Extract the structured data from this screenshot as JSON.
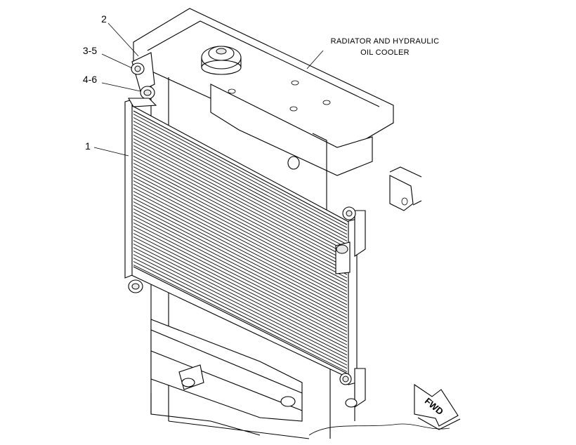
{
  "title_lines": [
    "RADIATOR AND HYDRAULIC",
    "OIL COOLER"
  ],
  "callouts": [
    {
      "id": "c2",
      "label": "2"
    },
    {
      "id": "c35",
      "label": "3-5"
    },
    {
      "id": "c46",
      "label": "4-6"
    },
    {
      "id": "c1",
      "label": "1"
    }
  ],
  "fwd_label": "FWD",
  "fin_count": 44
}
